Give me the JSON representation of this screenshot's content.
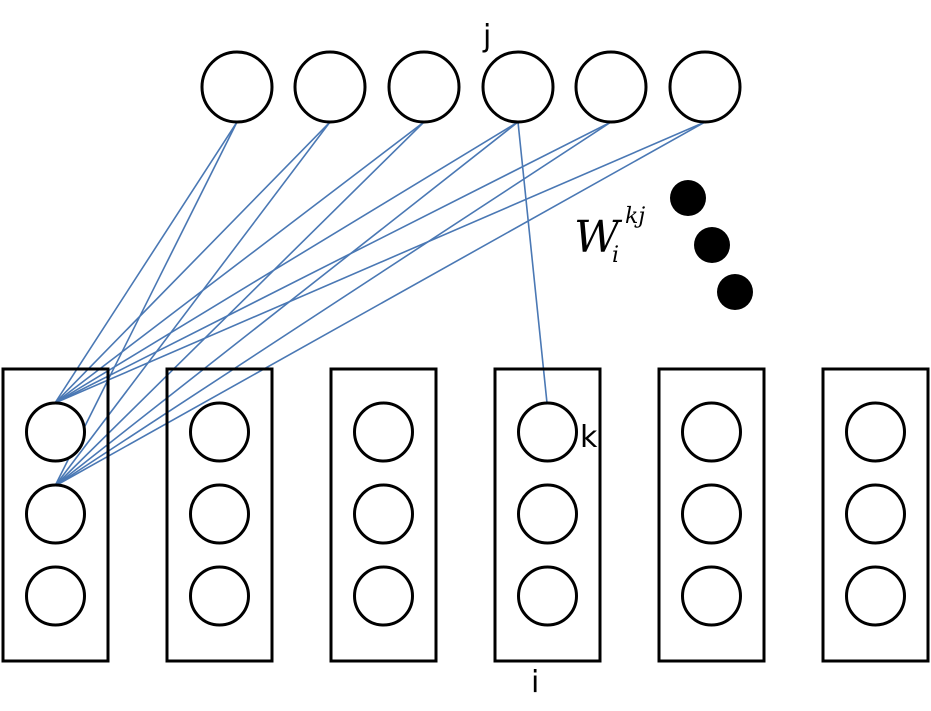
{
  "labels": {
    "j": "j",
    "k": "k",
    "i": "i",
    "weight_base": "W",
    "weight_sub": "i",
    "weight_sup": "kj"
  },
  "colors": {
    "edge": "#4a78b4",
    "node_stroke": "#000000",
    "dots": "#000000"
  },
  "top_layer": {
    "node_count": 6,
    "highlighted_node": "j"
  },
  "bottom_layer": {
    "group_count": 6,
    "nodes_per_group": 3,
    "highlighted_group": "i",
    "highlighted_node": "k"
  },
  "ellipsis_dots": 3
}
